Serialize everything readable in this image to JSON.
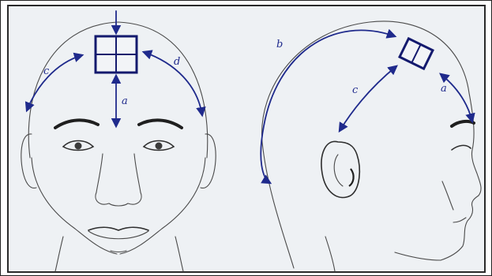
{
  "colors": {
    "ink": "#1f2a8c",
    "pencil": "#4a4a4a",
    "paper": "#eef1f4"
  },
  "front_view": {
    "labels": {
      "a": "a",
      "c": "c",
      "d": "d"
    }
  },
  "side_view": {
    "labels": {
      "b": "b",
      "c": "c",
      "d": "a"
    }
  }
}
